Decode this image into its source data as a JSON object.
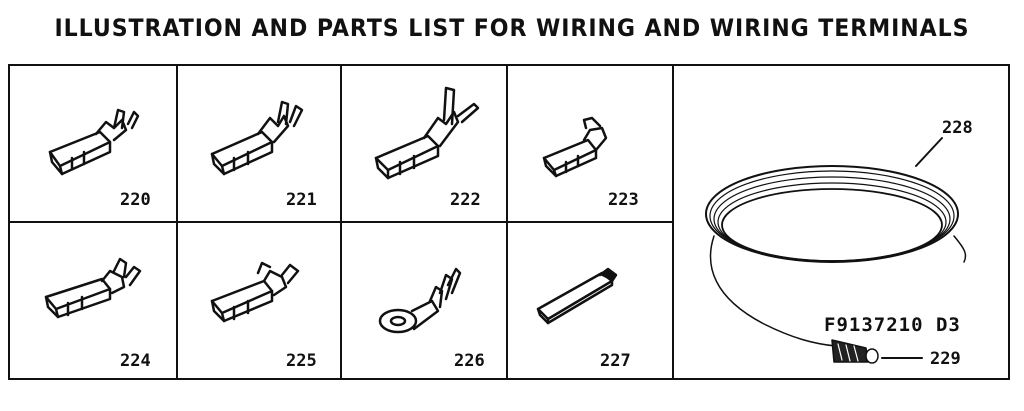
{
  "title": "ILLUSTRATION AND PARTS LIST FOR WIRING AND WIRING TERMINALS",
  "parts": {
    "p220": "220",
    "p221": "221",
    "p222": "222",
    "p223": "223",
    "p224": "224",
    "p225": "225",
    "p226": "226",
    "p227": "227",
    "p228": "228",
    "p229": "229"
  },
  "diagram_code": "F9137210 D3",
  "ink_color": "#111111"
}
